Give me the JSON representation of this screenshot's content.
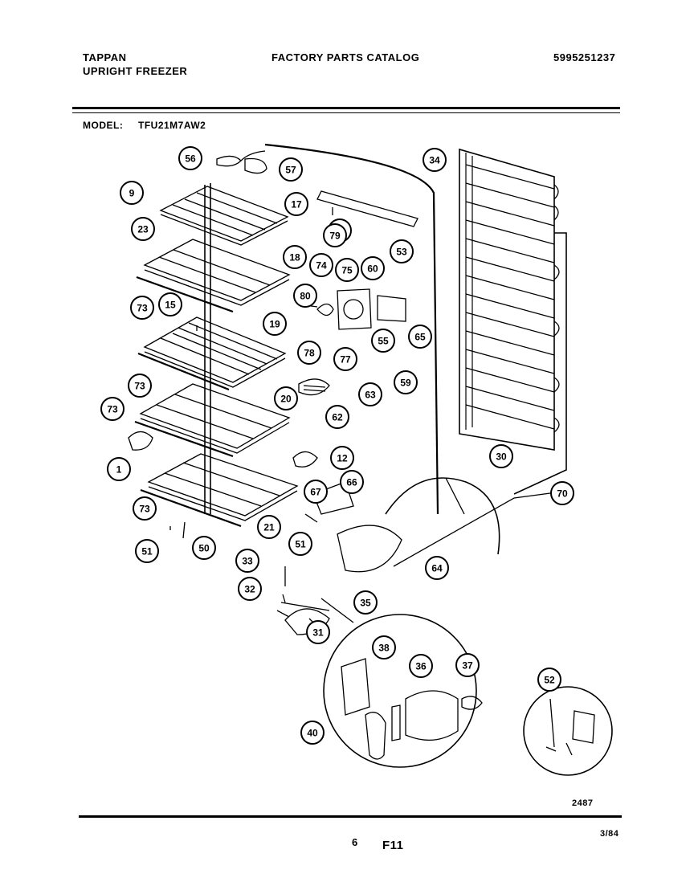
{
  "header": {
    "brand": "TAPPAN",
    "product": "UPRIGHT FREEZER",
    "catalog_title": "FACTORY PARTS CATALOG",
    "catalog_number": "5995251237"
  },
  "model": {
    "label": "MODEL:",
    "value": "TFU21M7AW2"
  },
  "diagram_ref": "2487",
  "footer": {
    "page": "6",
    "section": "F11",
    "date": "3/84"
  },
  "callouts": [
    "56",
    "57",
    "9",
    "17",
    "23",
    "76",
    "79",
    "34",
    "18",
    "74",
    "75",
    "60",
    "53",
    "73",
    "15",
    "80",
    "19",
    "78",
    "77",
    "55",
    "65",
    "73",
    "59",
    "63",
    "73",
    "20",
    "62",
    "1",
    "12",
    "30",
    "66",
    "67",
    "70",
    "73",
    "21",
    "51",
    "51",
    "50",
    "64",
    "33",
    "32",
    "35",
    "31",
    "38",
    "36",
    "37",
    "52",
    "40"
  ]
}
